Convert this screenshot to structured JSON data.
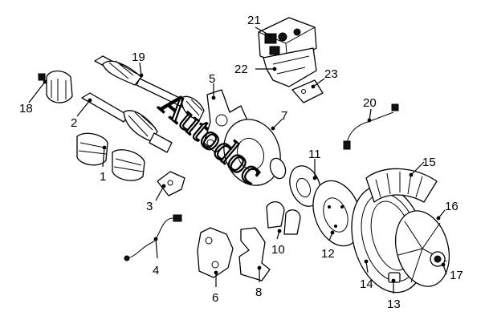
{
  "callouts": [
    "1",
    "2",
    "3",
    "4",
    "5",
    "6",
    "7",
    "8",
    "10",
    "11",
    "12",
    "13",
    "14",
    "15",
    "16",
    "17",
    "18",
    "19",
    "20",
    "21",
    "22",
    "23"
  ],
  "watermark": "Autodoc"
}
